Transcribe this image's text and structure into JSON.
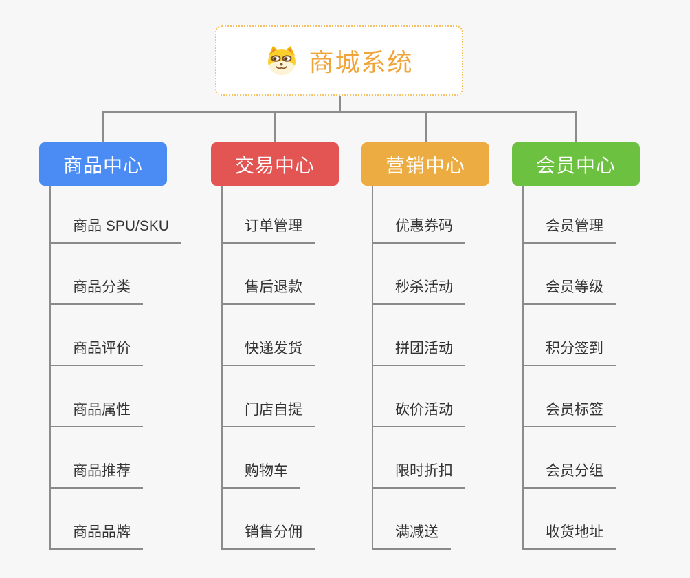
{
  "root": {
    "title": "商城系统",
    "icon": "doge-icon"
  },
  "branches": [
    {
      "label": "商品中心",
      "color": "#4A8BF4",
      "children": [
        "商品 SPU/SKU",
        "商品分类",
        "商品评价",
        "商品属性",
        "商品推荐",
        "商品品牌"
      ]
    },
    {
      "label": "交易中心",
      "color": "#E25553",
      "children": [
        "订单管理",
        "售后退款",
        "快递发货",
        "门店自提",
        "购物车",
        "销售分佣"
      ]
    },
    {
      "label": "营销中心",
      "color": "#EDAC41",
      "children": [
        "优惠券码",
        "秒杀活动",
        "拼团活动",
        "砍价活动",
        "限时折扣",
        "满减送"
      ]
    },
    {
      "label": "会员中心",
      "color": "#6DC140",
      "children": [
        "会员管理",
        "会员等级",
        "积分签到",
        "会员标签",
        "会员分组",
        "收货地址"
      ]
    }
  ],
  "colors": {
    "background": "#F7F7F7",
    "connector": "#8C8C8C",
    "leaf_line": "#8A8A8A",
    "leaf_text": "#333333",
    "root_text": "#F0A53A",
    "root_border": "#F4C064"
  }
}
